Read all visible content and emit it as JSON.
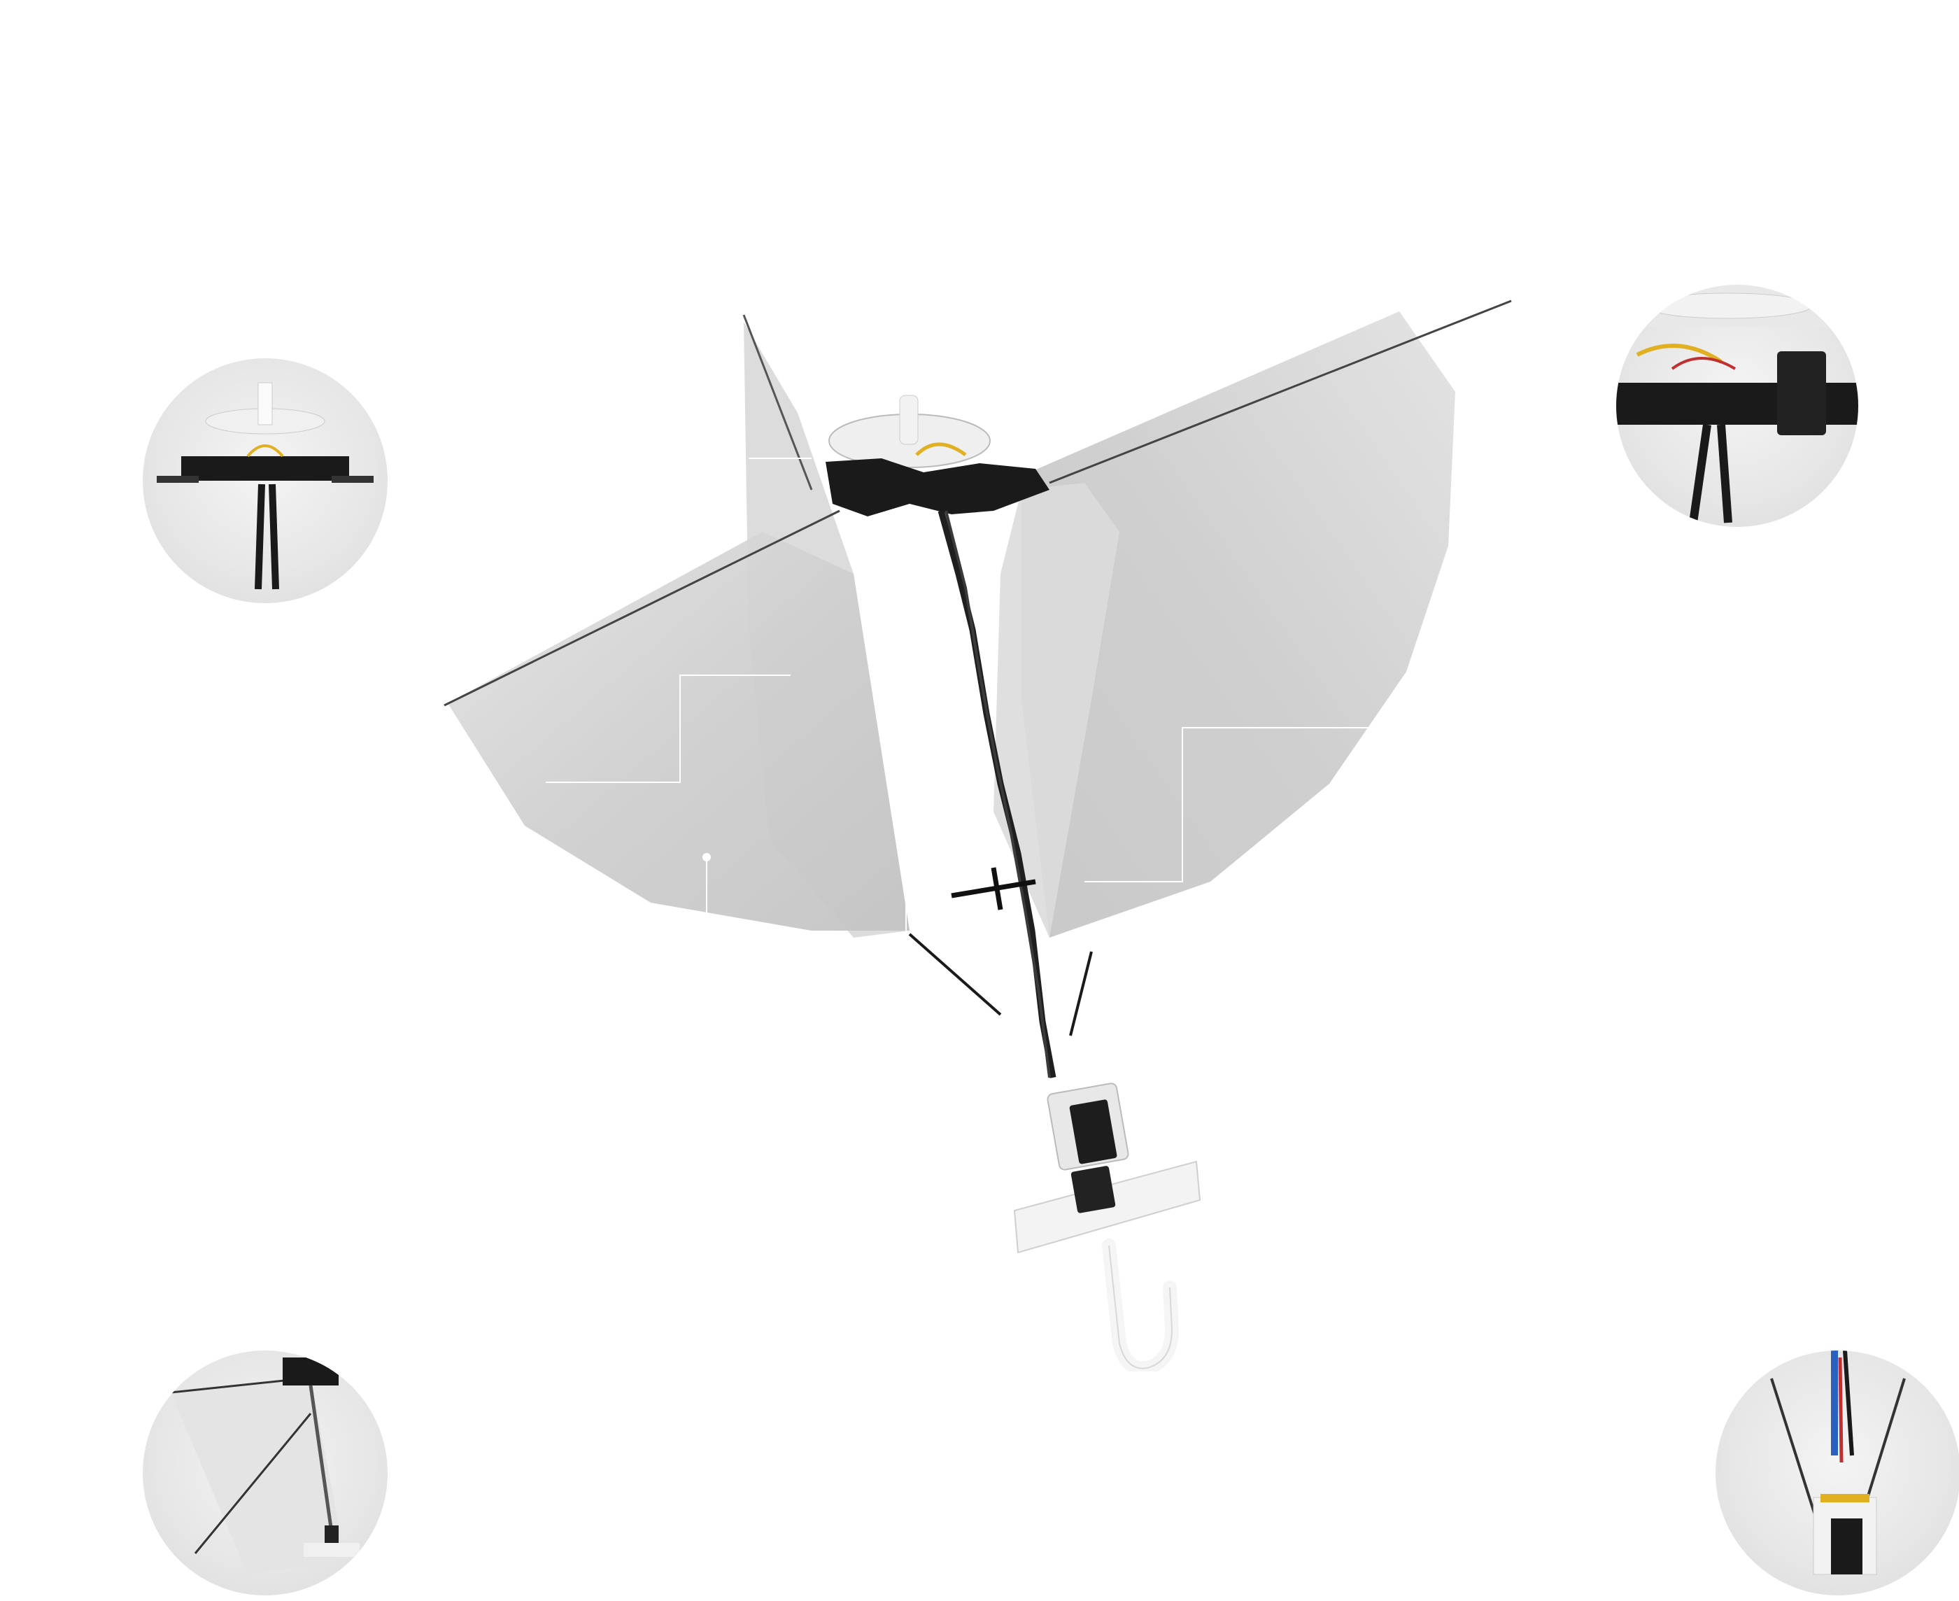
{
  "scene": {
    "subject": "flapping-wing-robot",
    "background_color": "#ffffff",
    "wing_color": "#d2d2d2",
    "frame_color": "#1a1a1a",
    "accent_wire_color": "#e0b020",
    "callout_line_color": "#ffffff"
  },
  "details": [
    {
      "name": "drive-mechanism-front-view"
    },
    {
      "name": "gearbox-motor-closeup"
    },
    {
      "name": "wing-spar-side-view"
    },
    {
      "name": "tail-servo-closeup"
    }
  ]
}
